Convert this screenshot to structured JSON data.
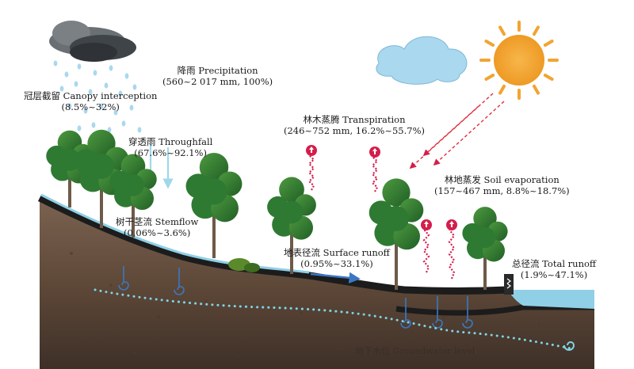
{
  "labels": {
    "precipitation": {
      "name": "降雨 Precipitation",
      "value": "(560~2 017 mm, 100%)"
    },
    "canopy_interception": {
      "name": "冠层截留 Canopy interception",
      "value": "(8.5%~32%)"
    },
    "throughfall": {
      "name": "穿透雨 Throughfall",
      "value": "(67.6%~92.1%)"
    },
    "transpiration": {
      "name": "林木蒸腾 Transpiration",
      "value": "(246~752 mm, 16.2%~55.7%)"
    },
    "soil_evaporation": {
      "name": "林地蒸发 Soil evaporation",
      "value": "(157~467 mm, 8.8%~18.7%)"
    },
    "stemflow": {
      "name": "树干茎流 Stemflow",
      "value": "(0.06%~3.6%)"
    },
    "surface_runoff": {
      "name": "地表径流 Surface runoff",
      "value": "(0.95%~33.1%)"
    },
    "total_runoff": {
      "name": "总径流 Total runoff",
      "value": "(1.9%~47.1%)"
    },
    "groundwater": {
      "name": "地下水位 Groundwater level"
    }
  },
  "colors": {
    "sky_cloud": "#a9d8ef",
    "rain_cloud": "#555a5f",
    "sun": "#f2a431",
    "soil": "#6b5343",
    "water": "#8fd0e6",
    "tree": "#2f7d32",
    "vapor": "#d41e4a",
    "flow_arrow": "#3b78c4",
    "groundwater_dots": "#7fd4e6"
  }
}
